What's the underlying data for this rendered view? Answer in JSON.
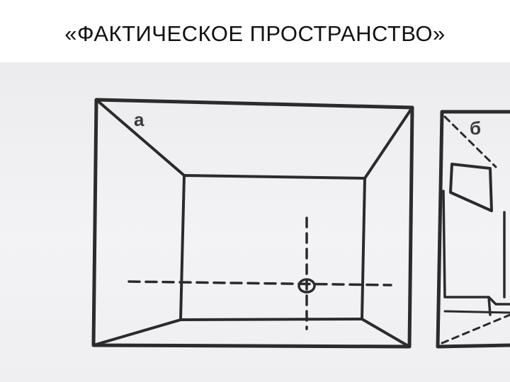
{
  "title": "«ФАКТИЧЕСКОЕ  ПРОСТРАНСТВО»",
  "figures": {
    "left_label": "а",
    "right_label": "б"
  },
  "colors": {
    "ink": "#2b2b2b",
    "paper": "#f0f0f2",
    "background": "#ffffff"
  }
}
